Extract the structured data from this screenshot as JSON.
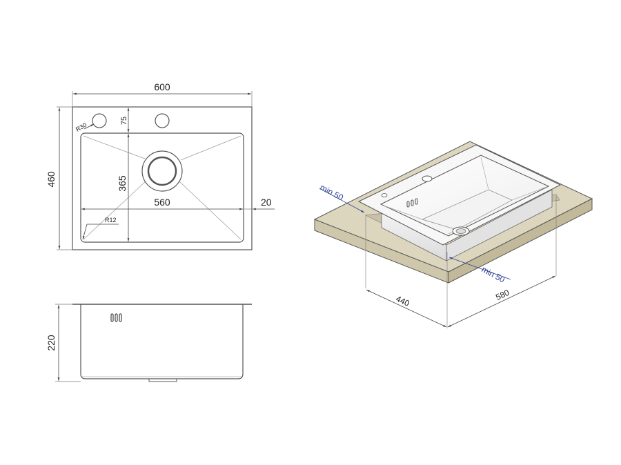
{
  "top_view": {
    "width_label": "600",
    "height_label": "460",
    "tap_hole_offset_label": "75",
    "corner_radius_outer_label": "R30",
    "bowl_depth_label": "365",
    "bowl_width_label": "560",
    "rim_label": "20",
    "corner_radius_inner_label": "R12"
  },
  "side_view": {
    "depth_label": "220"
  },
  "install_view": {
    "min_left_label": "min 50",
    "min_front_label": "min 50",
    "cutout_depth_label": "440",
    "cutout_width_label": "580"
  },
  "colors": {
    "line": "#555555",
    "dim_line": "#777777",
    "countertop": "#ddd6bf",
    "countertop_edge": "#c9c1a5",
    "dim_blue": "#2a3d8f"
  }
}
